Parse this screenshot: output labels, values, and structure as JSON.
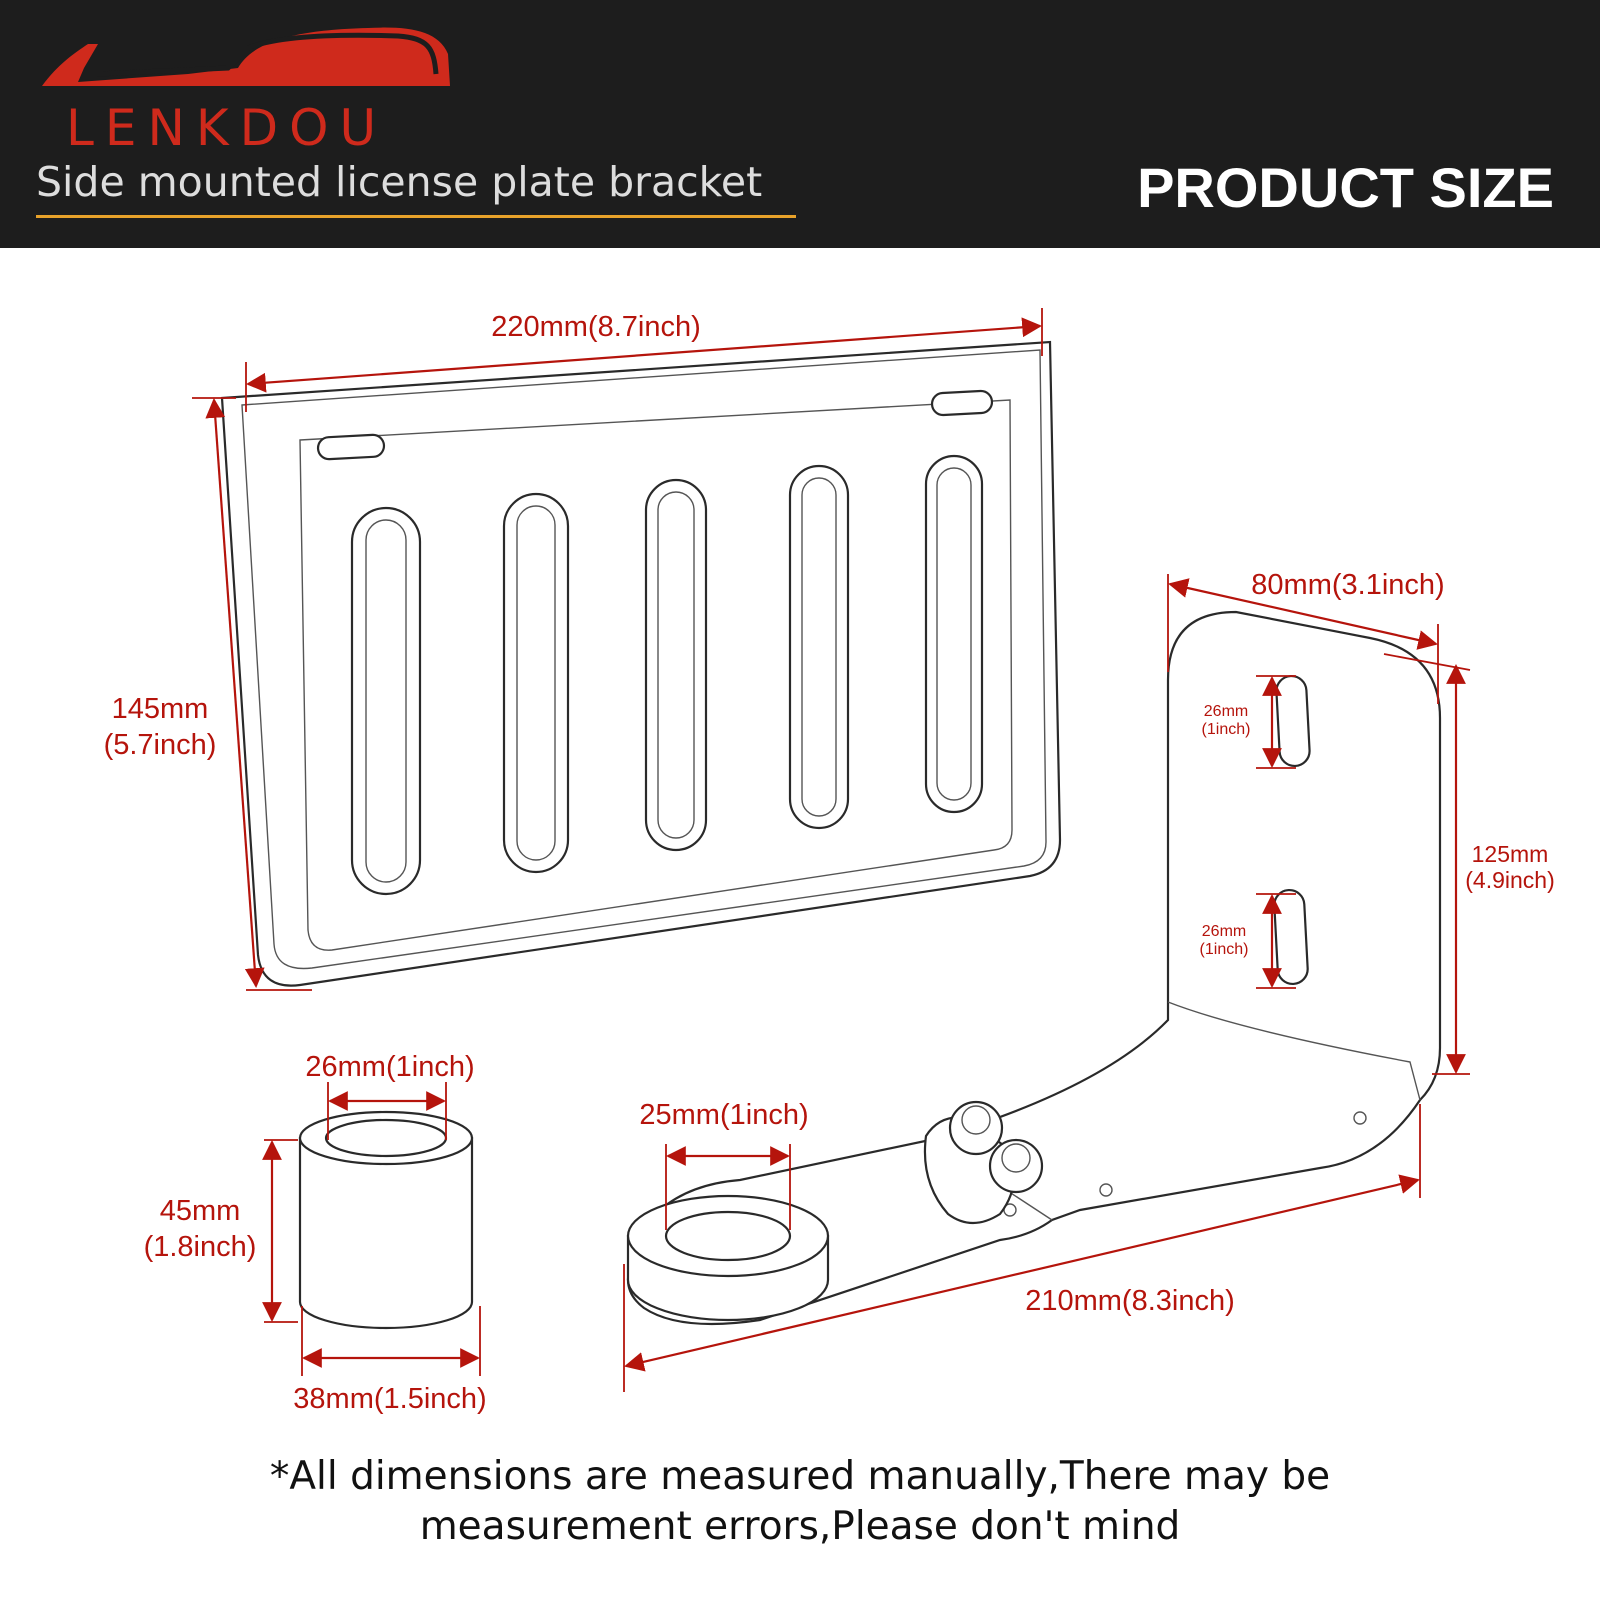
{
  "header": {
    "brand": "LENKDOU",
    "subtitle": "Side mounted license plate bracket",
    "section_title": "PRODUCT SIZE",
    "accent_color": "#cf2a1c",
    "underline_color": "#e8a22a",
    "background_color": "#1d1d1d"
  },
  "plate": {
    "width_label": "220mm(8.7inch)",
    "height_label_line1": "145mm",
    "height_label_line2": "(5.7inch)"
  },
  "bracket": {
    "width_label": "80mm(3.1inch)",
    "height_label_line1": "125mm",
    "height_label_line2": "(4.9inch)",
    "slot_top_line1": "26mm",
    "slot_top_line2": "(1inch)",
    "slot_bottom_line1": "26mm",
    "slot_bottom_line2": "(1inch)",
    "hole_label": "25mm(1inch)",
    "length_label": "210mm(8.3inch)"
  },
  "spacer": {
    "inner_label": "26mm(1inch)",
    "height_label_line1": "45mm",
    "height_label_line2": "(1.8inch)",
    "outer_label": "38mm(1.5inch)"
  },
  "footer": {
    "line1": "*All dimensions are measured manually,There may be",
    "line2": "measurement errors,Please don't mind"
  },
  "colors": {
    "dimension": "#b5140c"
  }
}
